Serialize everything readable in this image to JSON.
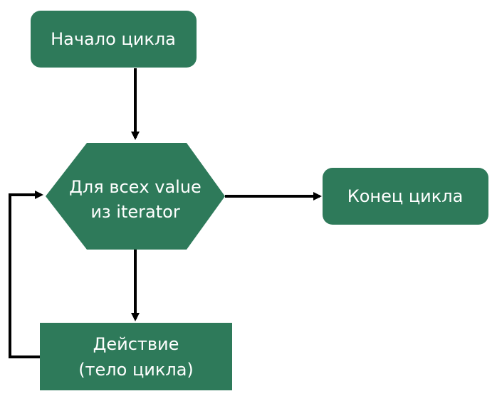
{
  "diagram": {
    "type": "flowchart",
    "colors": {
      "node_fill": "#2e7a5a",
      "text": "#ffffff",
      "edge": "#000000"
    },
    "nodes": [
      {
        "id": "start",
        "shape": "rounded-rectangle",
        "lines": [
          "Начало цикла"
        ]
      },
      {
        "id": "condition",
        "shape": "hexagon",
        "lines": [
          "Для всех value",
          "из iterator"
        ]
      },
      {
        "id": "end",
        "shape": "rounded-rectangle",
        "lines": [
          "Конец цикла"
        ]
      },
      {
        "id": "action",
        "shape": "rectangle",
        "lines": [
          "Действие",
          "(тело цикла)"
        ]
      }
    ],
    "edges": [
      {
        "from": "start",
        "to": "condition"
      },
      {
        "from": "condition",
        "to": "end"
      },
      {
        "from": "condition",
        "to": "action"
      },
      {
        "from": "action",
        "to": "condition"
      }
    ]
  }
}
